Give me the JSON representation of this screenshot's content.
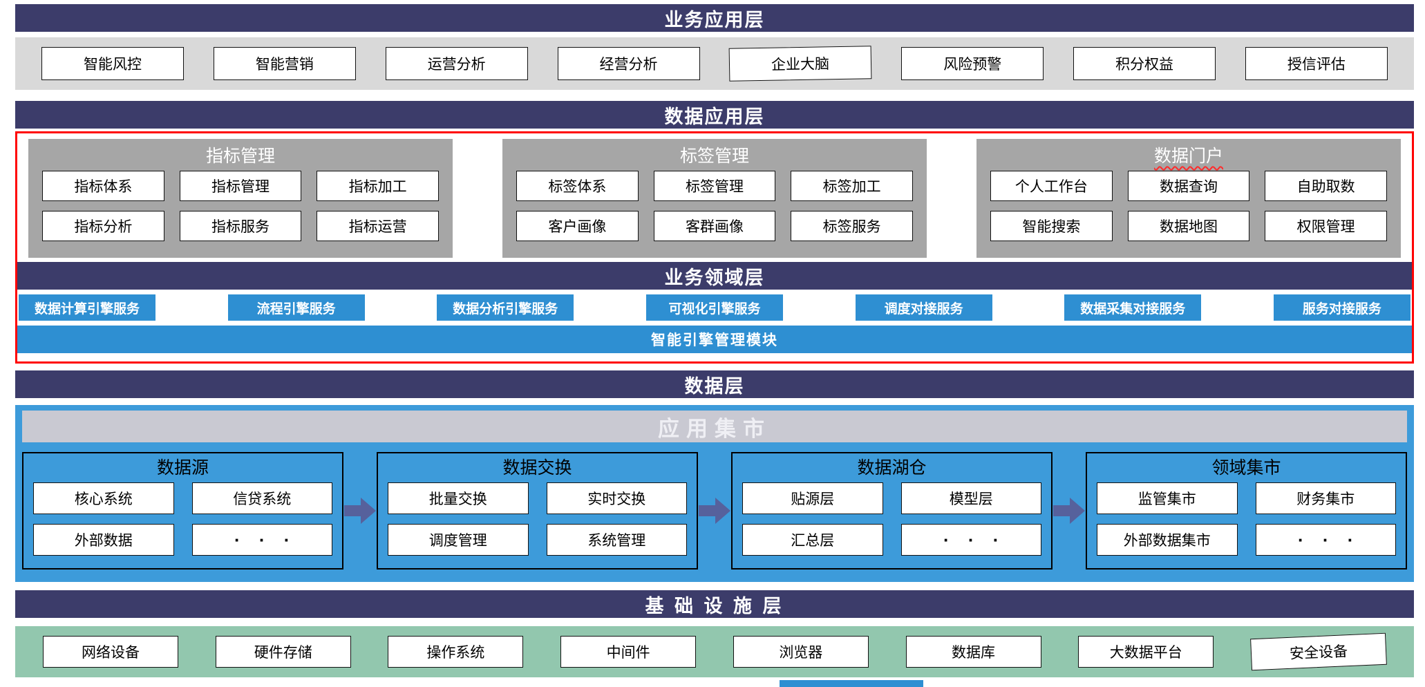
{
  "colors": {
    "layer_bar_navy": "#3C3C6A",
    "band_gray": "#D9D9D9",
    "panel_gray": "#A6A6A6",
    "accent_blue": "#2E8FD2",
    "panel_blue": "#3D9BDA",
    "mart_silver": "#C9C9D2",
    "infra_green": "#92C7AE",
    "highlight_red": "#FF0000",
    "arrow_blue": "#56619C"
  },
  "layers": {
    "business_app": {
      "title": "业务应用层",
      "items": [
        "智能风控",
        "智能营销",
        "运营分析",
        "经营分析",
        "企业大脑",
        "风险预警",
        "积分权益",
        "授信评估"
      ]
    },
    "data_app": {
      "title": "数据应用层",
      "panels": [
        {
          "title": "指标管理",
          "items": [
            "指标体系",
            "指标管理",
            "指标加工",
            "指标分析",
            "指标服务",
            "指标运营"
          ]
        },
        {
          "title": "标签管理",
          "items": [
            "标签体系",
            "标签管理",
            "标签加工",
            "客户画像",
            "客群画像",
            "标签服务"
          ]
        },
        {
          "title": "数据门户",
          "items": [
            "个人工作台",
            "数据查询",
            "自助取数",
            "智能搜索",
            "数据地图",
            "权限管理"
          ]
        }
      ]
    },
    "business_domain": {
      "title": "业务领域层",
      "services": [
        "数据计算引擎服务",
        "流程引擎服务",
        "数据分析引擎服务",
        "可视化引擎服务",
        "调度对接服务",
        "数据采集对接服务",
        "服务对接服务"
      ],
      "engine_bar": "智能引擎管理模块"
    },
    "data_layer": {
      "title": "数据层",
      "mart_title": "应用集市",
      "panels": [
        {
          "title": "数据源",
          "items": [
            "核心系统",
            "信贷系统",
            "外部数据",
            "· · ·"
          ]
        },
        {
          "title": "数据交换",
          "items": [
            "批量交换",
            "实时交换",
            "调度管理",
            "系统管理"
          ]
        },
        {
          "title": "数据湖仓",
          "items": [
            "贴源层",
            "模型层",
            "汇总层",
            "· · ·"
          ]
        },
        {
          "title": "领域集市",
          "items": [
            "监管集市",
            "财务集市",
            "外部数据集市",
            "· · ·"
          ]
        }
      ]
    },
    "infrastructure": {
      "title": "基 础 设 施 层",
      "items": [
        "网络设备",
        "硬件存储",
        "操作系统",
        "中间件",
        "浏览器",
        "数据库",
        "大数据平台",
        "安全设备"
      ]
    }
  }
}
